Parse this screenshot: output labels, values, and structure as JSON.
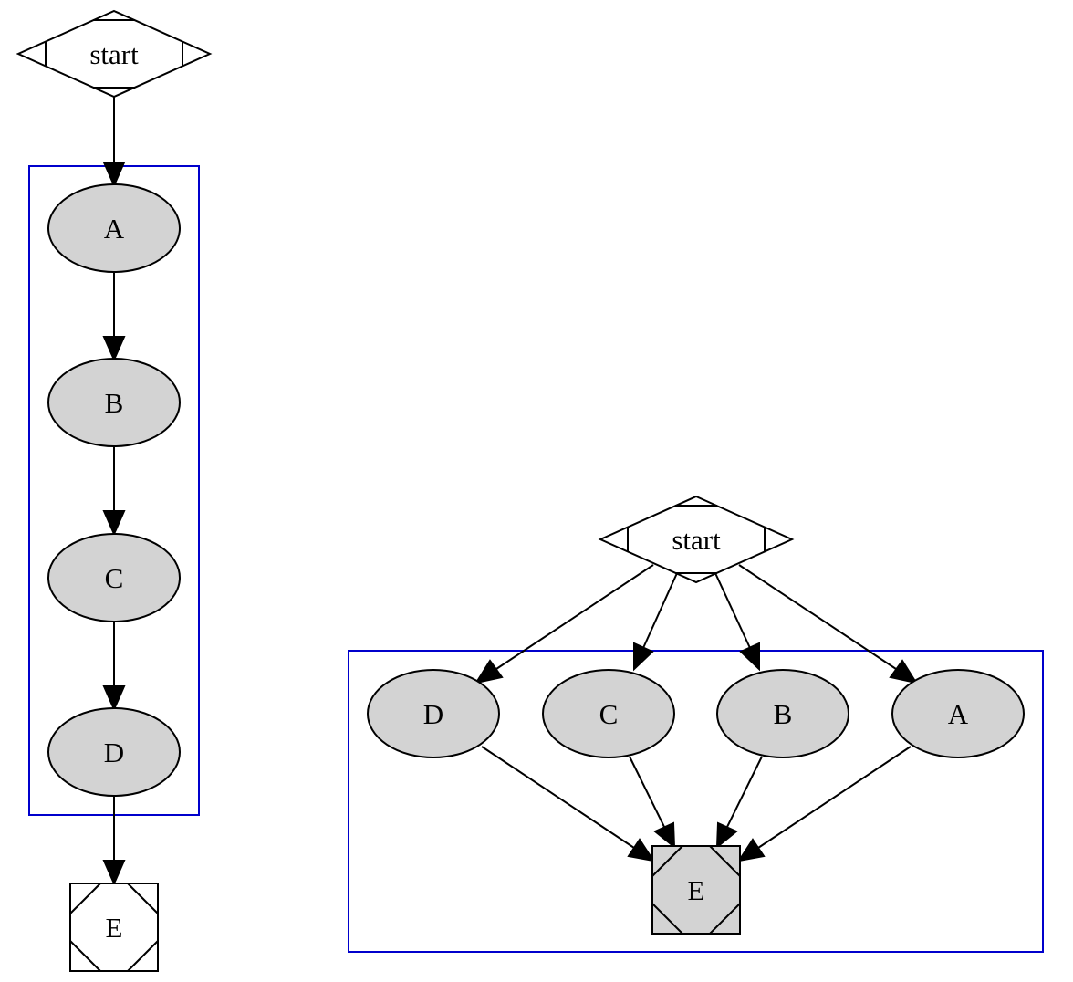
{
  "colors": {
    "cluster_border": "#0000cc",
    "node_fill": "#d3d3d3",
    "stroke": "#000000",
    "background": "#ffffff"
  },
  "left_graph": {
    "start_label": "start",
    "nodes": [
      "A",
      "B",
      "C",
      "D"
    ],
    "end_label": "E"
  },
  "right_graph": {
    "start_label": "start",
    "nodes": [
      "D",
      "C",
      "B",
      "A"
    ],
    "end_label": "E"
  }
}
